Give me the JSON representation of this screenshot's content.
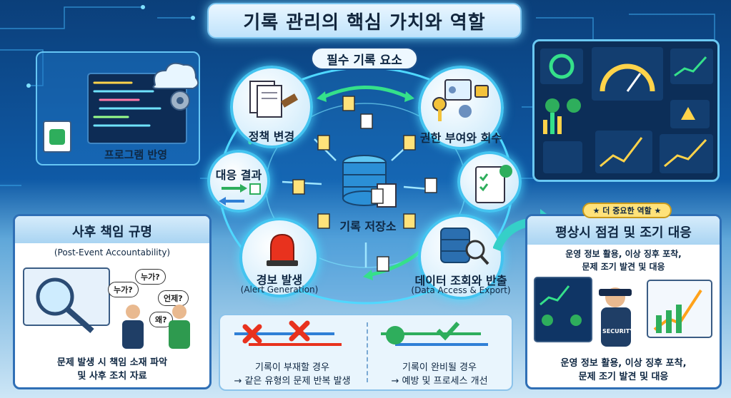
{
  "title": "기록 관리의 핵심 가치와 역할",
  "center": {
    "section_label": "필수 기록 요소",
    "hub_label": "기록 저장소"
  },
  "nodes": {
    "policy": {
      "label": "정책 변경"
    },
    "access": {
      "label": "권한 부여와 회수"
    },
    "response": {
      "label": "대응 결과"
    },
    "alert": {
      "label": "경보 발생",
      "sub": "(Alert Generation)"
    },
    "data": {
      "label": "데이터 조회와 반출",
      "sub": "(Data Access & Export)"
    }
  },
  "program": {
    "label": "프로그램 반영"
  },
  "accountability": {
    "title": "사후 책임 규명",
    "subtitle": "(Post-Event Accountability)",
    "bubbles": [
      "누가?",
      "누가?",
      "언제?",
      "왜?"
    ],
    "desc_line1": "문제 발생 시 책임 소재 파악",
    "desc_line2": "및 사후 조치 자료"
  },
  "comparison": {
    "bad_line1": "기록이 부재할 경우",
    "bad_line2": "→ 같은 유형의 문제 반복 발생",
    "good_line1": "기록이 완비될 경우",
    "good_line2": "→ 예방 및 프로세스 개선"
  },
  "prevention": {
    "badge": "★ 더 중요한 역할 ★",
    "title": "평상시 점검 및 조기 대응",
    "desc_top_line1": "운영 정보 활용, 이상 징후 포착,",
    "desc_top_line2": "문제 조기 발견 및 대응",
    "desc_bottom_line1": "운영 정보 활용, 이상 징후 포착,",
    "desc_bottom_line2": "문제 조기 발견 및 대응",
    "security_label": "SECURITY"
  },
  "colors": {
    "glow": "#44c4f0",
    "navy": "#0f2742",
    "cyan_arrow": "#35e08a",
    "title_bg": "#bfe3fb"
  }
}
